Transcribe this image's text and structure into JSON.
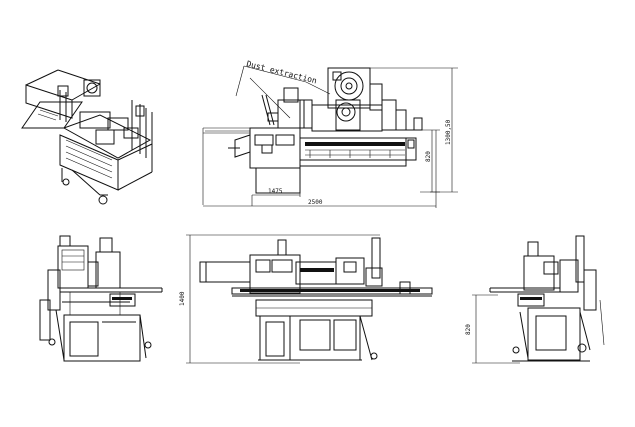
{
  "drawing": {
    "annotation": "Dust extraction",
    "dim_width_total": "2500",
    "dim_width_part": "1475",
    "dim_height_total": "1300,50",
    "dim_height_table": "820",
    "dim_front_height": "1400",
    "dim_side_height": "820"
  }
}
